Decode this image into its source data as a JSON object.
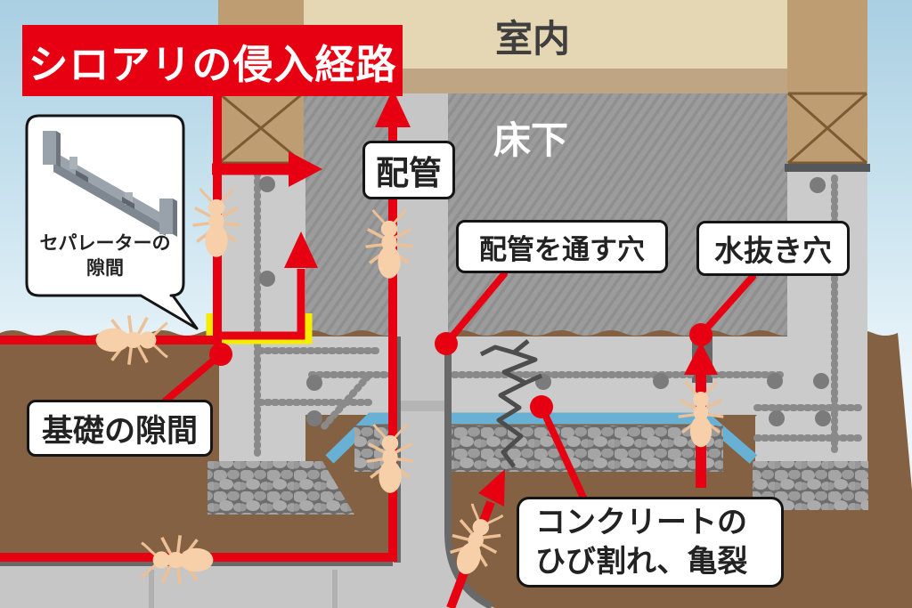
{
  "banner": {
    "title": "シロアリの侵入経路"
  },
  "areas": {
    "indoor_label": "室内",
    "underfloor_label": "床下"
  },
  "callout_separator": {
    "line1": "セパレーターの",
    "line2": "隙間"
  },
  "labels": {
    "pipe": "配管",
    "pipe_hole": "配管を通す穴",
    "drain_hole": "水抜き穴",
    "foundation_gap": "基礎の隙間",
    "crack_line1": "コンクリートの",
    "crack_line2": "ひび割れ、亀裂"
  },
  "colors": {
    "accent_red": "#e60012",
    "separator_yellow": "#f6ec00",
    "moisture_sheet_blue": "#68b0d4",
    "soil_brown": "#836142",
    "concrete_gray": "#cbcbcb"
  }
}
